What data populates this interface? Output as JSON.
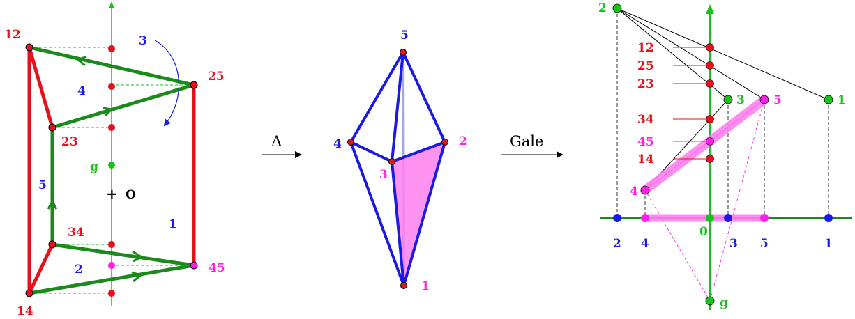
{
  "colors": {
    "red": "#e8101a",
    "blue": "#1a1ae6",
    "green": "#19c219",
    "dark_green": "#1a8a1a",
    "magenta": "#ff1ee8",
    "pink_fill": "#ff80f0"
  },
  "left_panel": {
    "vertex_labels": {
      "v12": "12",
      "v25": "25",
      "v23": "23",
      "v34": "34",
      "v14": "14",
      "v45": "45"
    },
    "region_labels": {
      "r3": "3",
      "r4": "4",
      "r5": "5",
      "r1": "1",
      "r2": "2"
    },
    "axis_point_label": "g",
    "origin_label": "O",
    "origin_mark": "+"
  },
  "arrows": {
    "delta": "Δ",
    "gale": "Gale"
  },
  "middle_panel": {
    "vertex_labels": {
      "v5": "5",
      "v4": "4",
      "v3": "3",
      "v2": "2",
      "v1": "1"
    }
  },
  "right_panel": {
    "pairs": {
      "p12": "12",
      "p25": "25",
      "p23": "23",
      "p34": "34",
      "p45": "45",
      "p14": "14"
    },
    "points": {
      "pt2": "2",
      "pt3": "3",
      "pt5": "5",
      "pt1": "1",
      "pt4": "4",
      "ptg": "g"
    },
    "axis_labels": {
      "a2": "2",
      "a4": "4",
      "a0": "0",
      "a3": "3",
      "a5": "5",
      "a1": "1"
    }
  }
}
